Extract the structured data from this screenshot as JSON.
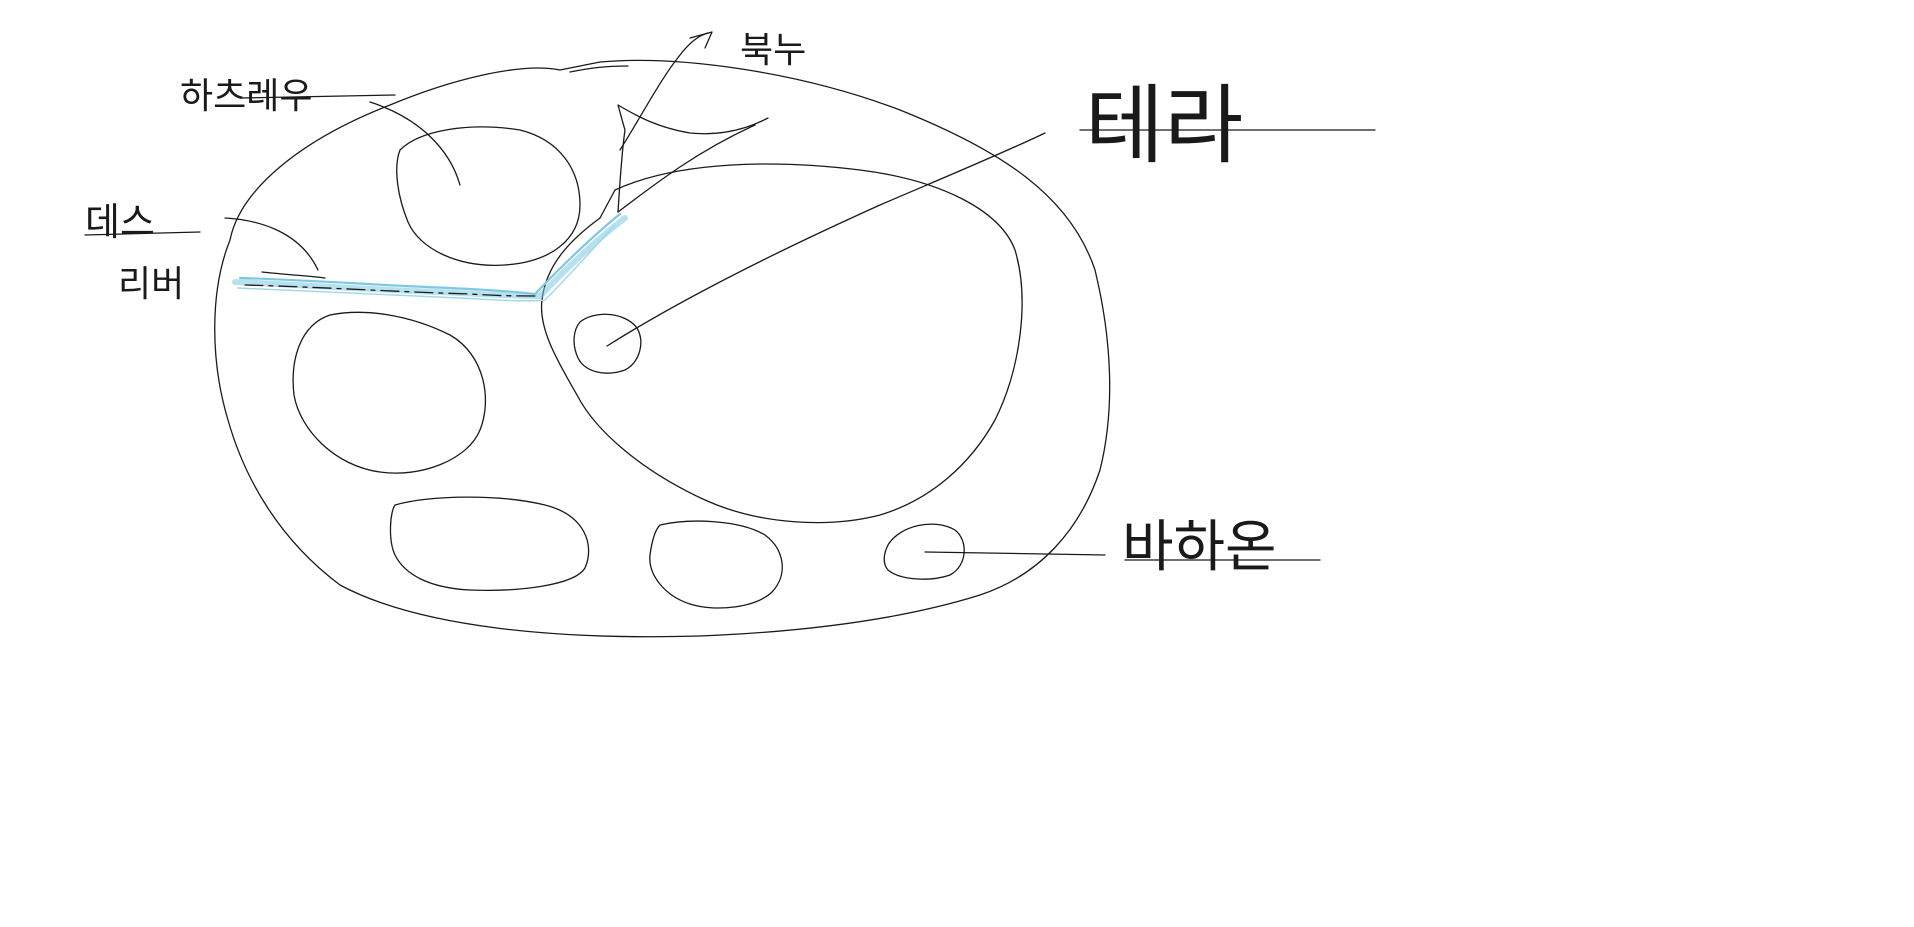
{
  "labels": {
    "hachrehu": "하츠레우",
    "buknu": "북누",
    "terra": "테라",
    "deathriver_line1": "데스",
    "deathriver_line2": "리버",
    "bahaon": "바하온"
  },
  "colors": {
    "ink": "#1a1a1a",
    "river": "#7ec8e3",
    "background": "#ffffff"
  }
}
